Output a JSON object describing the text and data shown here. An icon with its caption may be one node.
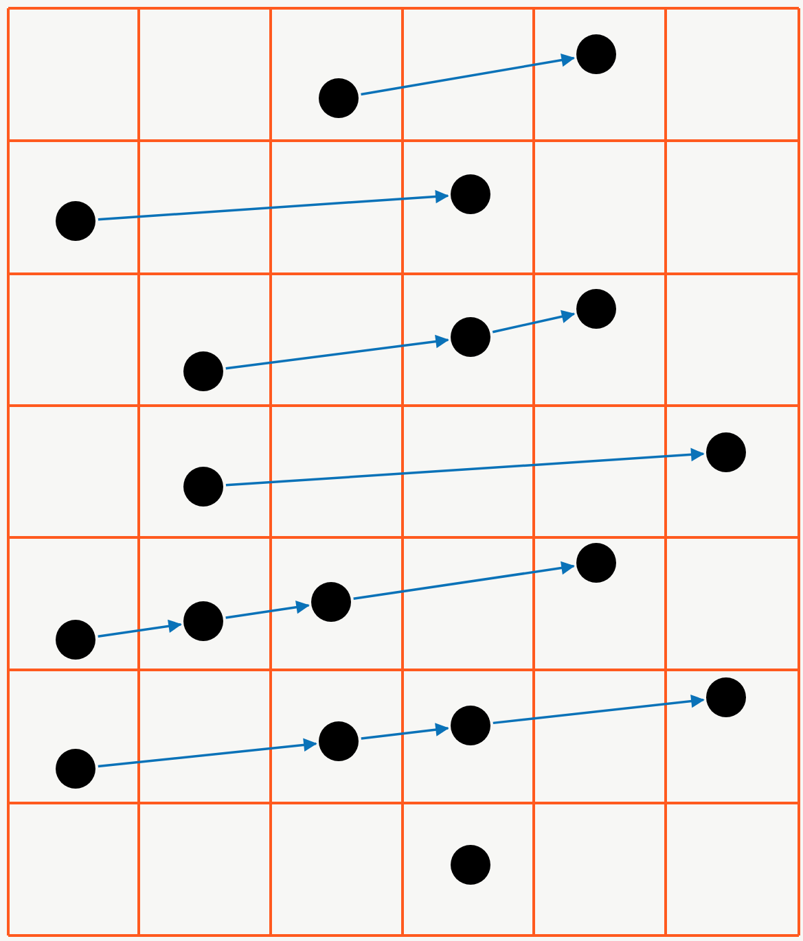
{
  "diagram": {
    "nodes": [
      {
        "text": [],
        "shape": "circle"
      },
      {
        "text": [],
        "shape": "circle"
      },
      {
        "text": [],
        "shape": "circle"
      },
      {
        "text": [],
        "shape": "circle"
      },
      {
        "text": [],
        "shape": "circle"
      },
      {
        "text": [],
        "shape": "circle"
      },
      {
        "text": [],
        "shape": "circle"
      },
      {
        "text": [],
        "shape": "circle"
      },
      {
        "text": [],
        "shape": "circle"
      },
      {
        "text": [],
        "shape": "circle"
      },
      {
        "text": [],
        "shape": "circle"
      },
      {
        "text": [],
        "shape": "circle"
      },
      {
        "text": [],
        "shape": "circle"
      },
      {
        "text": [],
        "shape": "circle"
      },
      {
        "text": [],
        "shape": "circle"
      },
      {
        "text": [],
        "shape": "circle"
      },
      {
        "text": [],
        "shape": "circle"
      },
      {
        "text": [],
        "shape": "circle"
      }
    ],
    "edges": [
      {
        "from": 1,
        "to": 0,
        "arrow": "to"
      },
      {
        "from": 3,
        "to": 2,
        "arrow": "to"
      },
      {
        "from": 6,
        "to": 5,
        "arrow": "to"
      },
      {
        "from": 5,
        "to": 4,
        "arrow": "to"
      },
      {
        "from": 8,
        "to": 7,
        "arrow": "to"
      },
      {
        "from": 12,
        "to": 11,
        "arrow": "to"
      },
      {
        "from": 11,
        "to": 10,
        "arrow": "to"
      },
      {
        "from": 10,
        "to": 9,
        "arrow": "to"
      },
      {
        "from": 16,
        "to": 15,
        "arrow": "to"
      },
      {
        "from": 15,
        "to": 14,
        "arrow": "to"
      },
      {
        "from": 14,
        "to": 13,
        "arrow": "to"
      }
    ]
  }
}
